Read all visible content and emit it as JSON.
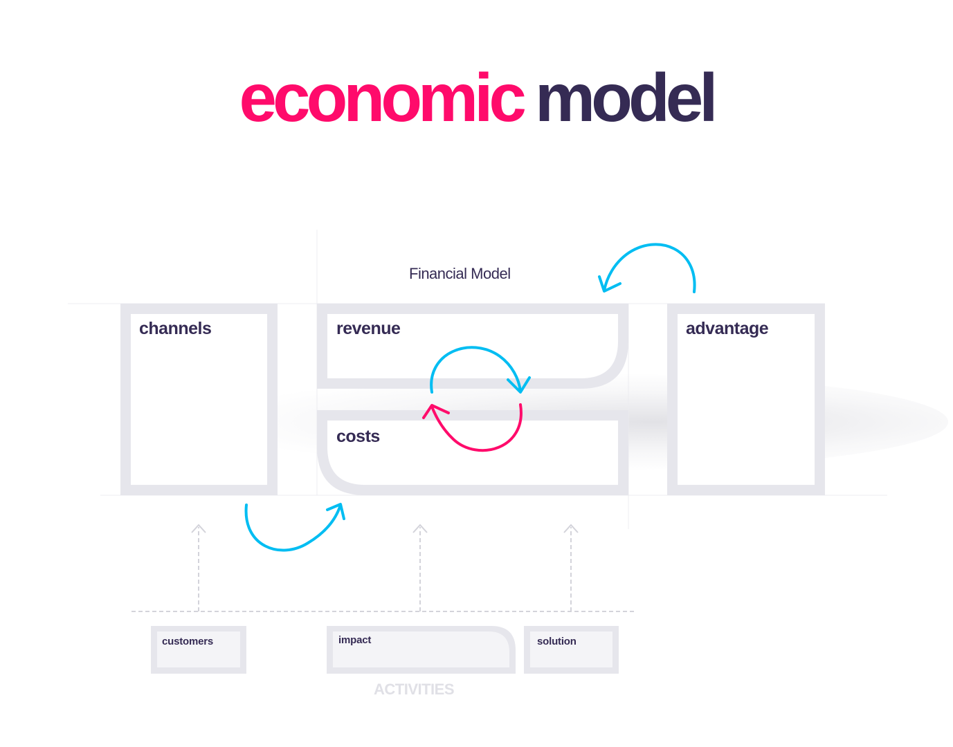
{
  "title": {
    "word1": "economic",
    "word2": "model"
  },
  "financial_model_label": "Financial Model",
  "boxes": {
    "channels": "channels",
    "revenue": "revenue",
    "costs": "costs",
    "advantage": "advantage"
  },
  "activities": {
    "items": [
      "customers",
      "impact",
      "solution"
    ],
    "footer": "ACTIVITIES"
  },
  "colors": {
    "accent_pink": "#ff0b6b",
    "dark_purple": "#352b54",
    "cyan": "#00bdf2",
    "box_border": "#e6e6ec",
    "small_box_fill": "#f4f4f7"
  }
}
